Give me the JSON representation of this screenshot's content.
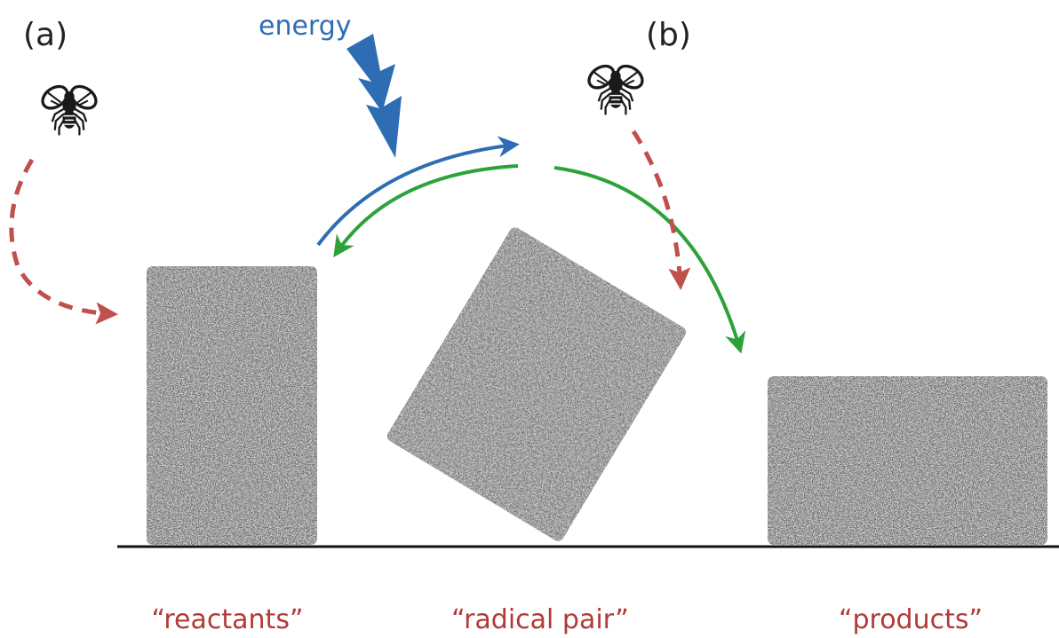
{
  "labels": {
    "panel_a": "(a)",
    "panel_b": "(b)",
    "energy": "energy",
    "reactants": "“reactants”",
    "radical_pair": "“radical pair”",
    "products": "“products”"
  },
  "icons": {
    "fly": "fly-icon",
    "lightning": "lightning-bolt-icon"
  },
  "colors": {
    "energy": "#2E6DB4",
    "return_arrow": "#2DA23A",
    "fly_arrow": "#C0504D",
    "caption": "#B23A38",
    "ground": "#111111"
  }
}
